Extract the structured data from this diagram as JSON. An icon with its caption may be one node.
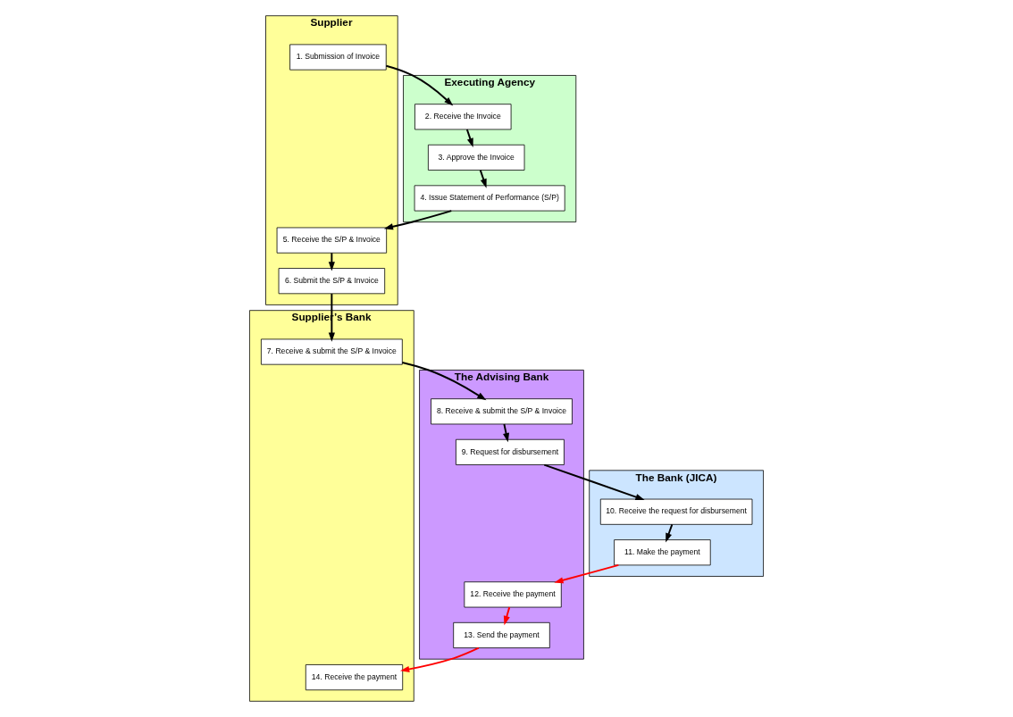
{
  "diagram": {
    "nodes": [
      {
        "text": [
          "Supplier"
        ]
      },
      {
        "text": [
          "Supplier’s Bank"
        ]
      },
      {
        "text": [
          "Executing Agency"
        ]
      },
      {
        "text": [
          "The Advising Bank"
        ]
      },
      {
        "text": [
          "The Bank (JICA)"
        ]
      },
      {
        "text": [
          "1. Submission of Invoice"
        ],
        "in": 0
      },
      {
        "text": [
          "2. Receive the Invoice"
        ],
        "in": 2
      },
      {
        "text": [
          "3. Approve the Invoice"
        ],
        "in": 2
      },
      {
        "text": [
          "4. Issue Statement of Performance (S/P)"
        ],
        "in": 2
      },
      {
        "text": [
          "5. Receive the S/P & Invoice"
        ],
        "in": 0
      },
      {
        "text": [
          "6. Submit the S/P & Invoice"
        ],
        "in": 0
      },
      {
        "text": [
          "7. Receive & submit the S/P & Invoice"
        ],
        "in": 1
      },
      {
        "text": [
          "8. Receive & submit the S/P & Invoice"
        ],
        "in": 3
      },
      {
        "text": [
          "9. Request for disbursement"
        ],
        "in": 3
      },
      {
        "text": [
          "10. Receive the request for disbursement"
        ],
        "in": 4
      },
      {
        "text": [
          "11. Make the payment"
        ],
        "in": 4
      },
      {
        "text": [
          "12. Receive the payment"
        ],
        "in": 3
      },
      {
        "text": [
          "13. Send the payment"
        ],
        "in": 3
      },
      {
        "text": [
          "14. Receive the payment"
        ],
        "in": 1
      }
    ],
    "edges": [
      {
        "from": 5,
        "to": 6,
        "arrow": "to"
      },
      {
        "from": 6,
        "to": 7,
        "arrow": "to"
      },
      {
        "from": 7,
        "to": 8,
        "arrow": "to"
      },
      {
        "from": 8,
        "to": 9,
        "arrow": "to"
      },
      {
        "from": 9,
        "to": 10,
        "arrow": "to"
      },
      {
        "from": 10,
        "to": 11,
        "arrow": "to"
      },
      {
        "from": 11,
        "to": 12,
        "arrow": "to"
      },
      {
        "from": 12,
        "to": 13,
        "arrow": "to"
      },
      {
        "from": 13,
        "to": 14,
        "arrow": "to"
      },
      {
        "from": 14,
        "to": 15,
        "arrow": "to"
      },
      {
        "from": 15,
        "to": 16,
        "arrow": "to",
        "color": "#ff0000"
      },
      {
        "from": 16,
        "to": 17,
        "arrow": "to",
        "color": "#ff0000"
      },
      {
        "from": 17,
        "to": 18,
        "arrow": "to",
        "color": "#ff0000"
      }
    ]
  }
}
